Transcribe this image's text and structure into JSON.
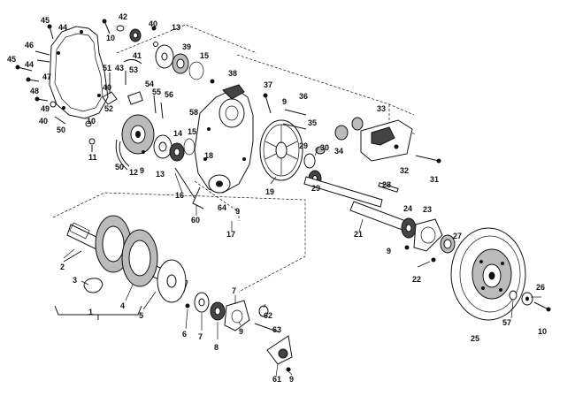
{
  "diagram": {
    "labels": [
      {
        "id": "1",
        "text": "1"
      },
      {
        "id": "2",
        "text": "2"
      },
      {
        "id": "3",
        "text": "3"
      },
      {
        "id": "4",
        "text": "4"
      },
      {
        "id": "5",
        "text": "5"
      },
      {
        "id": "6",
        "text": "6"
      },
      {
        "id": "7a",
        "text": "7"
      },
      {
        "id": "7b",
        "text": "7"
      },
      {
        "id": "8",
        "text": "8"
      },
      {
        "id": "9a",
        "text": "9"
      },
      {
        "id": "9b",
        "text": "9"
      },
      {
        "id": "9c",
        "text": "9"
      },
      {
        "id": "9d",
        "text": "9"
      },
      {
        "id": "9e",
        "text": "9"
      },
      {
        "id": "9f",
        "text": "9"
      },
      {
        "id": "10a",
        "text": "10"
      },
      {
        "id": "10b",
        "text": "10"
      },
      {
        "id": "10c",
        "text": "10"
      },
      {
        "id": "11",
        "text": "11"
      },
      {
        "id": "12",
        "text": "12"
      },
      {
        "id": "13a",
        "text": "13"
      },
      {
        "id": "13b",
        "text": "13"
      },
      {
        "id": "14",
        "text": "14"
      },
      {
        "id": "15a",
        "text": "15"
      },
      {
        "id": "15b",
        "text": "15"
      },
      {
        "id": "16",
        "text": "16"
      },
      {
        "id": "17",
        "text": "17"
      },
      {
        "id": "18",
        "text": "18"
      },
      {
        "id": "19",
        "text": "19"
      },
      {
        "id": "21",
        "text": "21"
      },
      {
        "id": "22",
        "text": "22"
      },
      {
        "id": "23",
        "text": "23"
      },
      {
        "id": "24",
        "text": "24"
      },
      {
        "id": "25",
        "text": "25"
      },
      {
        "id": "26",
        "text": "26"
      },
      {
        "id": "27",
        "text": "27"
      },
      {
        "id": "28",
        "text": "28"
      },
      {
        "id": "29a",
        "text": "29"
      },
      {
        "id": "29b",
        "text": "29"
      },
      {
        "id": "30",
        "text": "30"
      },
      {
        "id": "31",
        "text": "31"
      },
      {
        "id": "32",
        "text": "32"
      },
      {
        "id": "33",
        "text": "33"
      },
      {
        "id": "34",
        "text": "34"
      },
      {
        "id": "35",
        "text": "35"
      },
      {
        "id": "36",
        "text": "36"
      },
      {
        "id": "37",
        "text": "37"
      },
      {
        "id": "38",
        "text": "38"
      },
      {
        "id": "39",
        "text": "39"
      },
      {
        "id": "40a",
        "text": "40"
      },
      {
        "id": "40b",
        "text": "40"
      },
      {
        "id": "40c",
        "text": "40"
      },
      {
        "id": "41",
        "text": "41"
      },
      {
        "id": "42",
        "text": "42"
      },
      {
        "id": "43",
        "text": "43"
      },
      {
        "id": "44a",
        "text": "44"
      },
      {
        "id": "44b",
        "text": "44"
      },
      {
        "id": "45a",
        "text": "45"
      },
      {
        "id": "45b",
        "text": "45"
      },
      {
        "id": "46",
        "text": "46"
      },
      {
        "id": "47",
        "text": "47"
      },
      {
        "id": "48",
        "text": "48"
      },
      {
        "id": "49",
        "text": "49"
      },
      {
        "id": "50a",
        "text": "50"
      },
      {
        "id": "50b",
        "text": "50"
      },
      {
        "id": "51",
        "text": "51"
      },
      {
        "id": "52",
        "text": "52"
      },
      {
        "id": "53",
        "text": "53"
      },
      {
        "id": "54",
        "text": "54"
      },
      {
        "id": "55",
        "text": "55"
      },
      {
        "id": "56",
        "text": "56"
      },
      {
        "id": "57",
        "text": "57"
      },
      {
        "id": "58",
        "text": "58"
      },
      {
        "id": "60",
        "text": "60"
      },
      {
        "id": "61",
        "text": "61"
      },
      {
        "id": "62",
        "text": "62"
      },
      {
        "id": "63",
        "text": "63"
      },
      {
        "id": "64",
        "text": "64"
      }
    ]
  }
}
